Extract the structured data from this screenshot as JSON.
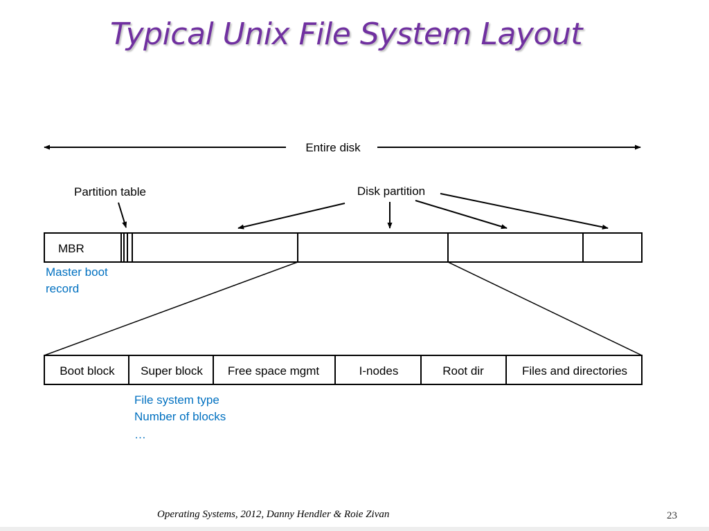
{
  "title": "Typical Unix File System Layout",
  "colors": {
    "title": "#7030a0",
    "note": "#0070c0",
    "line": "#000000"
  },
  "diagram": {
    "entire_disk": "Entire disk",
    "partition_table": "Partition table",
    "disk_partition": "Disk partition",
    "mbr": "MBR",
    "mbr_note": [
      "Master boot",
      "record"
    ],
    "partition_blocks": [
      "Boot block",
      "Super block",
      "Free space mgmt",
      "I-nodes",
      "Root dir",
      "Files and directories"
    ],
    "super_block_note": [
      "File system type",
      "Number of blocks",
      "…"
    ]
  },
  "footer": "Operating Systems, 2012, Danny Hendler & Roie Zivan",
  "page_number": "23"
}
